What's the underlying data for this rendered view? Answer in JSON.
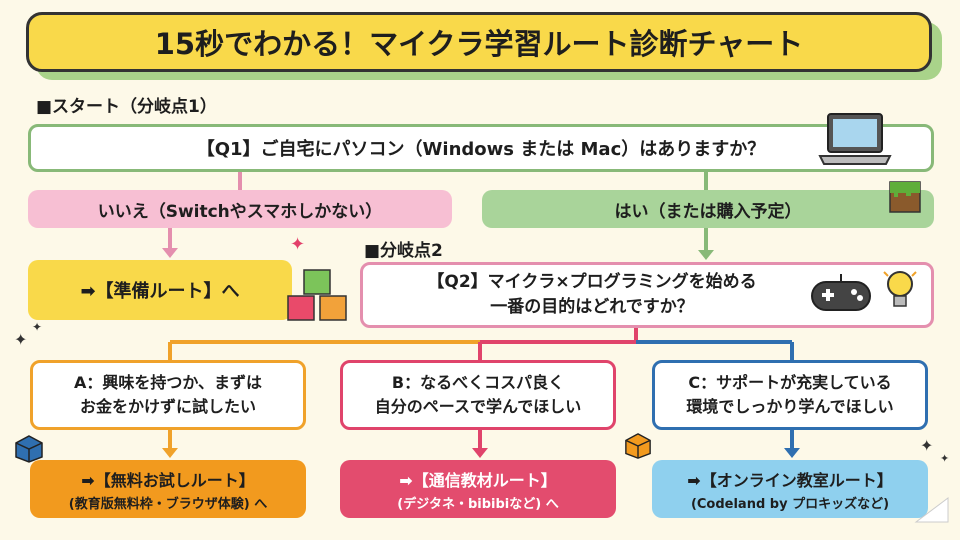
{
  "title": "15秒でわかる！マイクラ学習ルート診断チャート",
  "sections": {
    "start": "■スタート（分岐点1）",
    "branch2": "■分岐点2"
  },
  "q1": "【Q1】ご自宅にパソコン（Windows または Mac）はありますか？",
  "answers": {
    "no": "いいえ（Switchやスマホしかない）",
    "yes": "はい（または購入予定）"
  },
  "prep_route": "➡【準備ルート】へ",
  "q2": {
    "line1": "【Q2】マイクラ×プログラミングを始める",
    "line2": "一番の目的はどれですか？"
  },
  "options": [
    {
      "line1": "A：興味を持つか、まずは",
      "line2": "お金をかけずに試したい"
    },
    {
      "line1": "B：なるべくコスパ良く",
      "line2": "自分のペースで学んでほしい"
    },
    {
      "line1": "C：サポートが充実している",
      "line2": "環境でしっかり学んでほしい"
    }
  ],
  "routes": [
    {
      "name": "➡【無料お試しルート】",
      "detail": "(教育版無料枠・ブラウザ体験) へ"
    },
    {
      "name": "➡【通信教材ルート】",
      "detail": "(デジタネ・bibibiなど) へ"
    },
    {
      "name": "➡【オンライン教室ルート】",
      "detail": "(Codeland by プロキッズなど)"
    }
  ],
  "colors": {
    "background": "#fdf9e8",
    "title_yellow": "#f9d94a",
    "green": "#88b978",
    "pink": "#e48fae",
    "orange": "#f29a1e",
    "red": "#e34c6e",
    "blue": "#2f6fb0",
    "light_blue": "#8fd0ee"
  },
  "icons": [
    "laptop-icon",
    "grass-block-icon",
    "cubes-icon",
    "gamepad-icon",
    "lightbulb-icon",
    "sparkle-icon",
    "cube-icon"
  ]
}
